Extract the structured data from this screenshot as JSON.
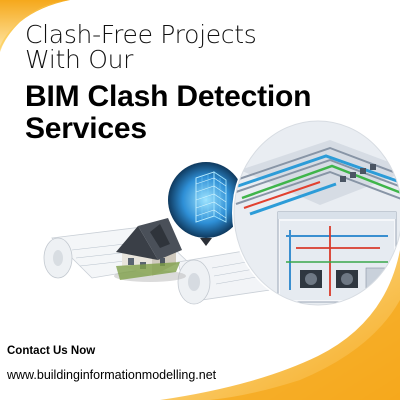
{
  "headline": {
    "line1": "Clash-Free Projects",
    "line2": "With Our",
    "line3": "BIM Clash Detection",
    "line4": "Services"
  },
  "footer": {
    "contact": "Contact Us Now",
    "website": "www.buildinginformationmodelling.net"
  },
  "colors": {
    "accent_orange": "#F5A81C",
    "accent_yellow": "#FBC94A",
    "hologram_blue": "#3FB6F2",
    "text": "#000000"
  },
  "icons": [
    "house-model-icon",
    "hologram-building-icon",
    "blueprint-roll-icon",
    "bim-software-screen-icon"
  ]
}
